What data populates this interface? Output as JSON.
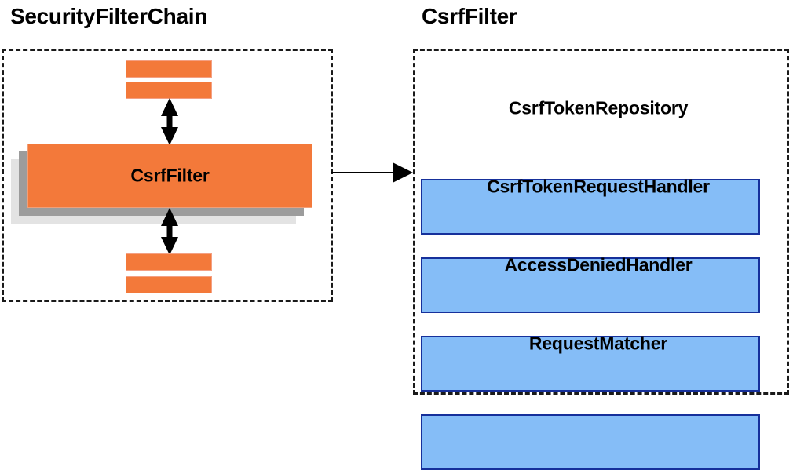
{
  "diagram": {
    "title_left": "SecurityFilterChain",
    "title_right": "CsrfFilter",
    "left_panel": {
      "main_box_label": "CsrfFilter",
      "slabs_above": [
        "",
        ""
      ],
      "slabs_below": [
        "",
        ""
      ],
      "arrow_up": "double-headed-vertical-arrow",
      "arrow_down": "double-headed-vertical-arrow"
    },
    "connector": {
      "icon": "right-arrow",
      "from": "CsrfFilter",
      "to": "CsrfFilter"
    },
    "right_panel": {
      "items": [
        {
          "label": "CsrfTokenRepository"
        },
        {
          "label": "CsrfTokenRequestHandler"
        },
        {
          "label": "AccessDeniedHandler"
        },
        {
          "label": "RequestMatcher"
        }
      ]
    },
    "colors": {
      "orange_fill": "#f3793a",
      "orange_border": "#f0a07a",
      "blue_fill": "#85bdf7",
      "blue_border": "#16309b",
      "shadow_dark": "#9c9c9c",
      "shadow_light": "#e3e3e3",
      "outline": "#1a1a1a",
      "background": "#ffffff",
      "text": "#000000"
    }
  }
}
